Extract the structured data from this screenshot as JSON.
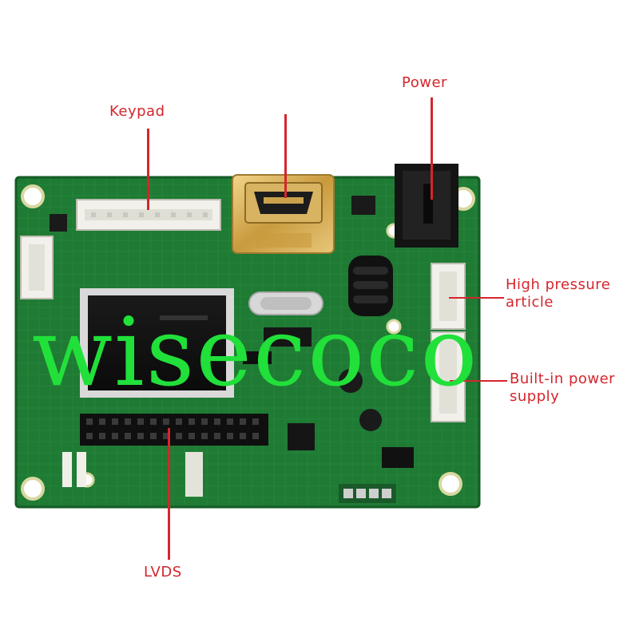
{
  "annotations": {
    "keypad": "Keypad",
    "power": "Power",
    "high_pressure": [
      "High pressure",
      "article"
    ],
    "builtin_power": [
      "Built-in power",
      "supply"
    ],
    "lvds": "LVDS"
  },
  "watermark": "wisecoco",
  "colors": {
    "label_red": "#d4262c",
    "pcb_green": "#1f7a34",
    "watermark_green": "#21e03a",
    "hdmi_gold": "#d9b45a"
  },
  "components": [
    "hdmi-port",
    "dc-power-jack",
    "main-chip",
    "crystal-oscillator",
    "keypad-connector",
    "lvds-header",
    "inductor",
    "jumper"
  ]
}
